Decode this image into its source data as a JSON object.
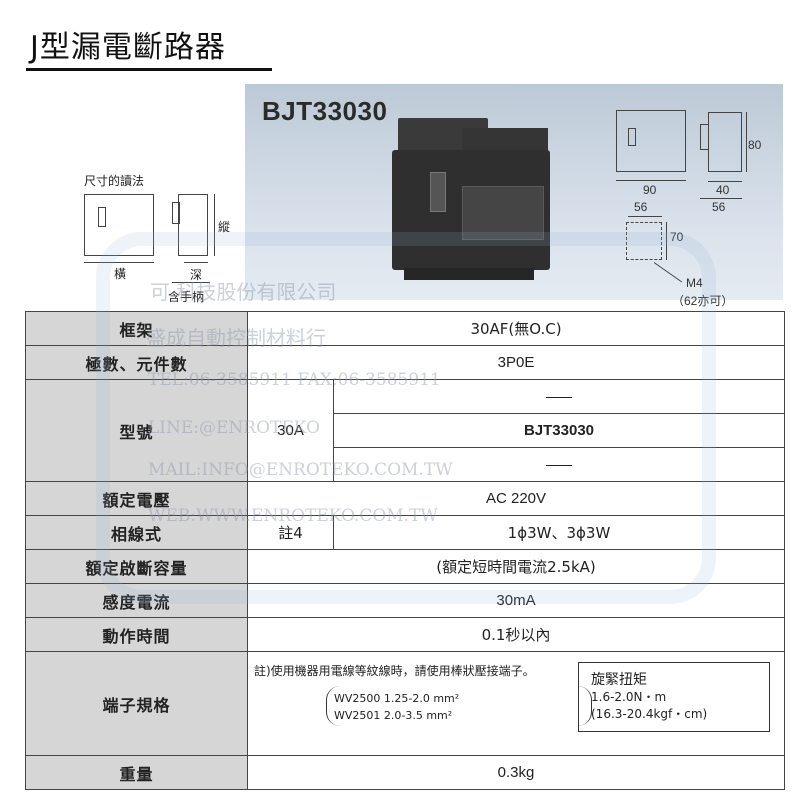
{
  "title": "J型漏電斷路器",
  "product": {
    "model": "BJT33030"
  },
  "dimension_legend": {
    "heading": "尺寸的讀法",
    "height": "縱",
    "width": "橫",
    "depth": "深",
    "with_handle": "含手柄"
  },
  "dimensions": {
    "height": "80",
    "width": "90",
    "depth_a": "40",
    "depth_b": "56",
    "mount_width": "56",
    "mount_height": "70",
    "screw": "M4",
    "screw_note": "（62亦可）"
  },
  "watermark": {
    "line1": "可   科技股份有限公司",
    "line2": "盛成自動控制材料行",
    "line3": "TEL:06-3585911  FAX:06-3585911",
    "line4": "LINE:@ENROTEKO",
    "line5": "MAIL:INFO@ENROTEKO.COM.TW",
    "line6": "WEB:WWW.ENROTEKO.COM.TW"
  },
  "table": {
    "frame_label": "框架",
    "frame_value": "30AF(無O.C)",
    "poles_label": "極數、元件數",
    "poles_value": "3P0E",
    "model_label": "型號",
    "model_current": "30A",
    "model_value": "BJT33030",
    "voltage_label": "額定電壓",
    "voltage_value": "AC 220V",
    "phase_label": "相線式",
    "phase_note": "註4",
    "phase_value": "1ϕ3W、3ϕ3W",
    "breaking_label": "額定啟斷容量",
    "breaking_value": "(額定短時間電流2.5kA)",
    "sensitivity_label": "感度電流",
    "sensitivity_value": "30mA",
    "time_label": "動作時間",
    "time_value": "0.1秒以內",
    "terminal_label": "端子規格",
    "terminal_note": "註)使用機器用電線等紋線時，請使用棒狀壓接端子。",
    "wire_1": "WV2500  1.25-2.0  mm²",
    "wire_2": "WV2501  2.0-3.5    mm²",
    "torque_title": "旋緊扭矩",
    "torque_1": "1.6-2.0N・m",
    "torque_2": "(16.3-20.4kgf・cm)",
    "weight_label": "重量",
    "weight_value": "0.3kg"
  }
}
